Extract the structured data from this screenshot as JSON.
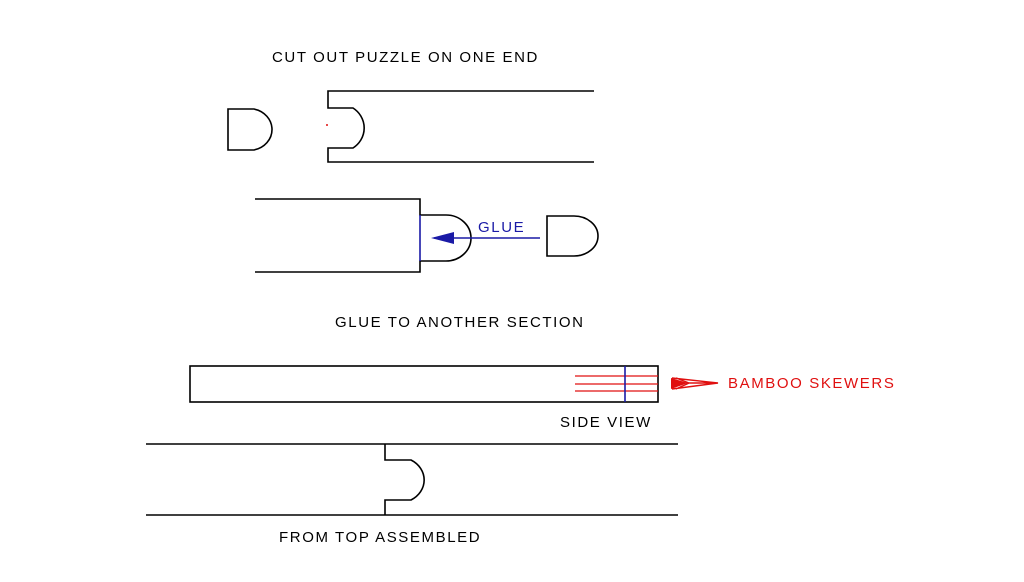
{
  "labels": {
    "cut_out": "CUT OUT PUZZLE ON ONE END",
    "glue": "GLUE",
    "glue_to_another": "GLUE TO ANOTHER SECTION",
    "bamboo_skewers": "BAMBOO SKEWERS",
    "side_view": "SIDE VIEW",
    "from_top_assembled": "FROM TOP ASSEMBLED"
  },
  "colors": {
    "line": "#000000",
    "text": "#000000",
    "glue": "#1a1aa6",
    "skewer": "#e01010"
  }
}
